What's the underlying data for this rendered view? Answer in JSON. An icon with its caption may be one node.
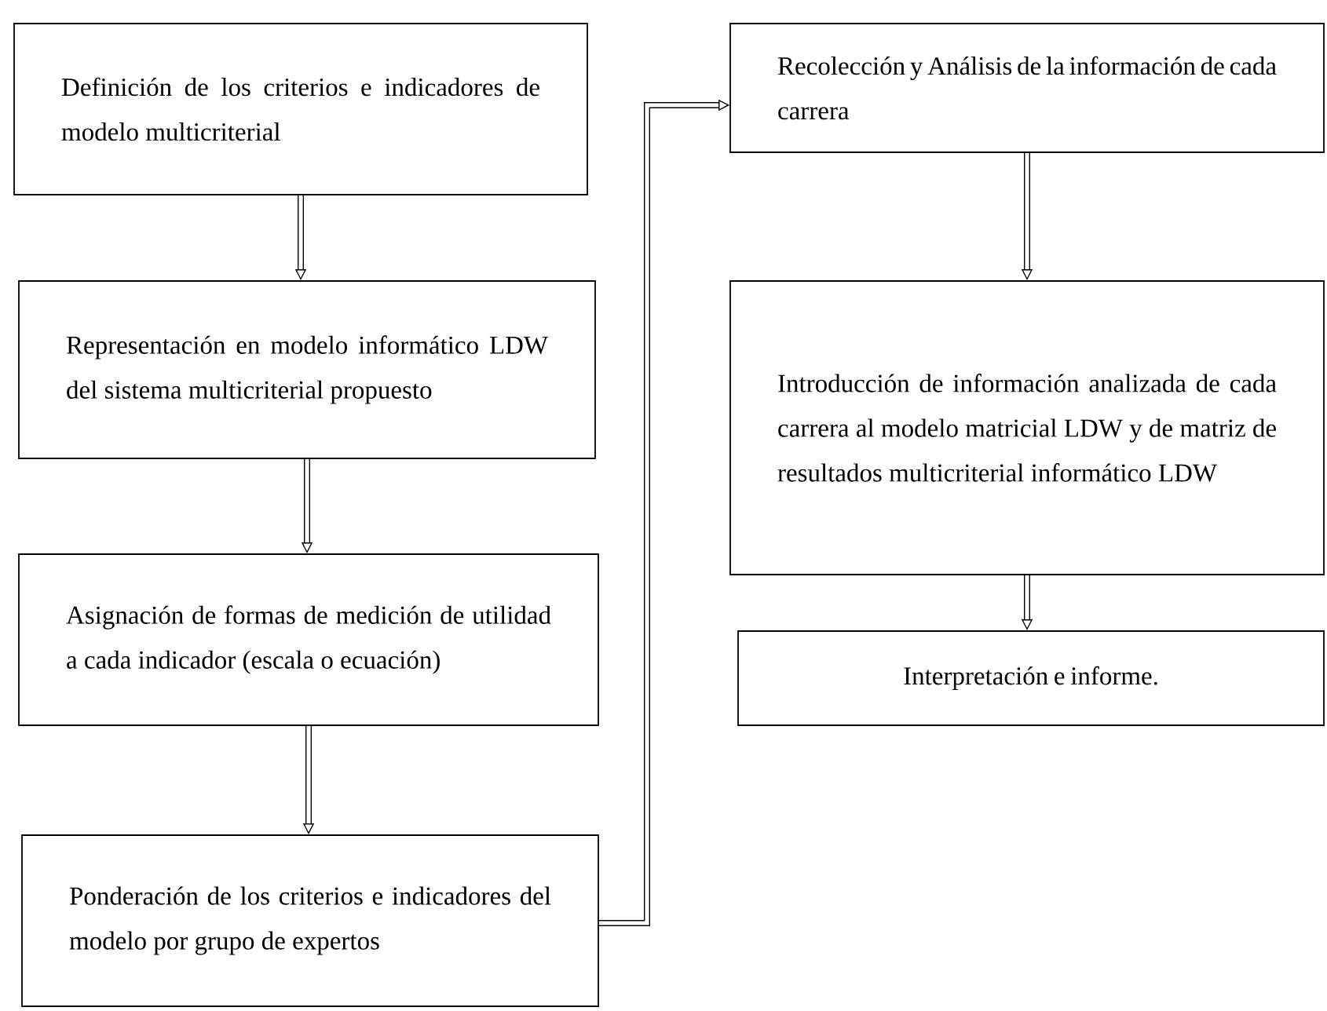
{
  "diagram": {
    "nodes": [
      {
        "text": [
          "Definición de los criterios  e indicadores de modelo multicriterial"
        ]
      },
      {
        "text": [
          "Representación en  modelo informático LDW del sistema multicriterial propuesto"
        ]
      },
      {
        "text": [
          "Asignación de formas de medición de utilidad  a  cada indicador  (escala o ecuación)"
        ]
      },
      {
        "text": [
          "Ponderación de los criterios e indicadores del modelo por grupo de expertos"
        ]
      },
      {
        "text": [
          "Recolección y Análisis de la información de cada carrera"
        ]
      },
      {
        "text": [
          "Introducción de información analizada de cada carrera al modelo matricial LDW y de matriz de resultados multicriterial informático LDW"
        ]
      },
      {
        "text": [
          "Interpretación e informe."
        ]
      }
    ],
    "edges": [
      {
        "from": 0,
        "to": 1,
        "arrow": "to"
      },
      {
        "from": 1,
        "to": 2,
        "arrow": "to"
      },
      {
        "from": 2,
        "to": 3,
        "arrow": "to"
      },
      {
        "from": 3,
        "to": 4,
        "arrow": "to"
      },
      {
        "from": 4,
        "to": 5,
        "arrow": "to"
      },
      {
        "from": 5,
        "to": 6,
        "arrow": "to"
      }
    ]
  }
}
